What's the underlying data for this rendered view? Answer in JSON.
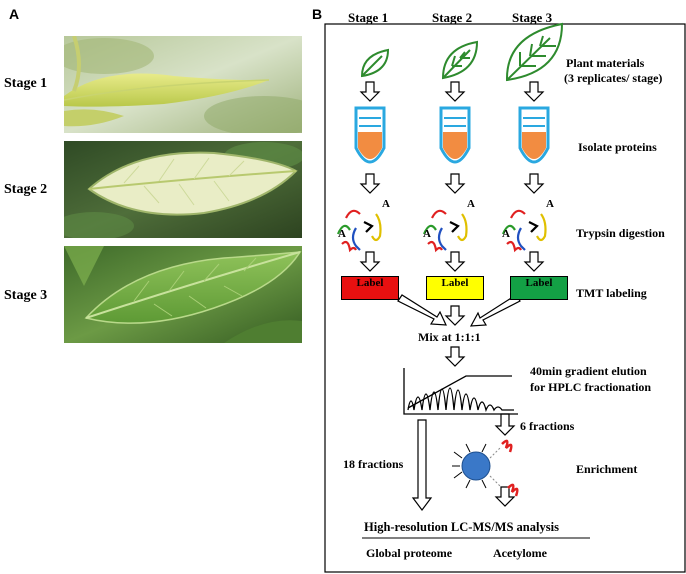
{
  "panel_a": {
    "letter": "A",
    "stages": [
      "Stage 1",
      "Stage 2",
      "Stage 3"
    ]
  },
  "panel_b": {
    "letter": "B",
    "stage_headers": [
      "Stage 1",
      "Stage 2",
      "Stage 3"
    ],
    "steps": {
      "plant_materials": "Plant materials",
      "replicates": "(3 replicates/ stage)",
      "isolate": "Isolate proteins",
      "trypsin": "Trypsin digestion",
      "tmt": "TMT labeling"
    },
    "peptide_mark": "A",
    "labels": [
      {
        "text": "Label",
        "color": "#e81010"
      },
      {
        "text": "Label",
        "color": "#ffff00"
      },
      {
        "text": "Label",
        "color": "#13a045"
      }
    ],
    "mix": "Mix at 1:1:1",
    "hplc_line1": "40min gradient elution",
    "hplc_line2": "for HPLC fractionation",
    "fractions_18": "18 fractions",
    "fractions_6": "6 fractions",
    "enrichment": "Enrichment",
    "lcms": "High-resolution LC-MS/MS analysis",
    "global": "Global proteome",
    "acetylome": "Acetylome"
  },
  "colors": {
    "leaf_outline": "#2e8b2e",
    "tube_outline": "#2aa8e0",
    "tube_fill": "#f07820",
    "bead": "#3a78c8",
    "wave_red": "#e02020"
  }
}
